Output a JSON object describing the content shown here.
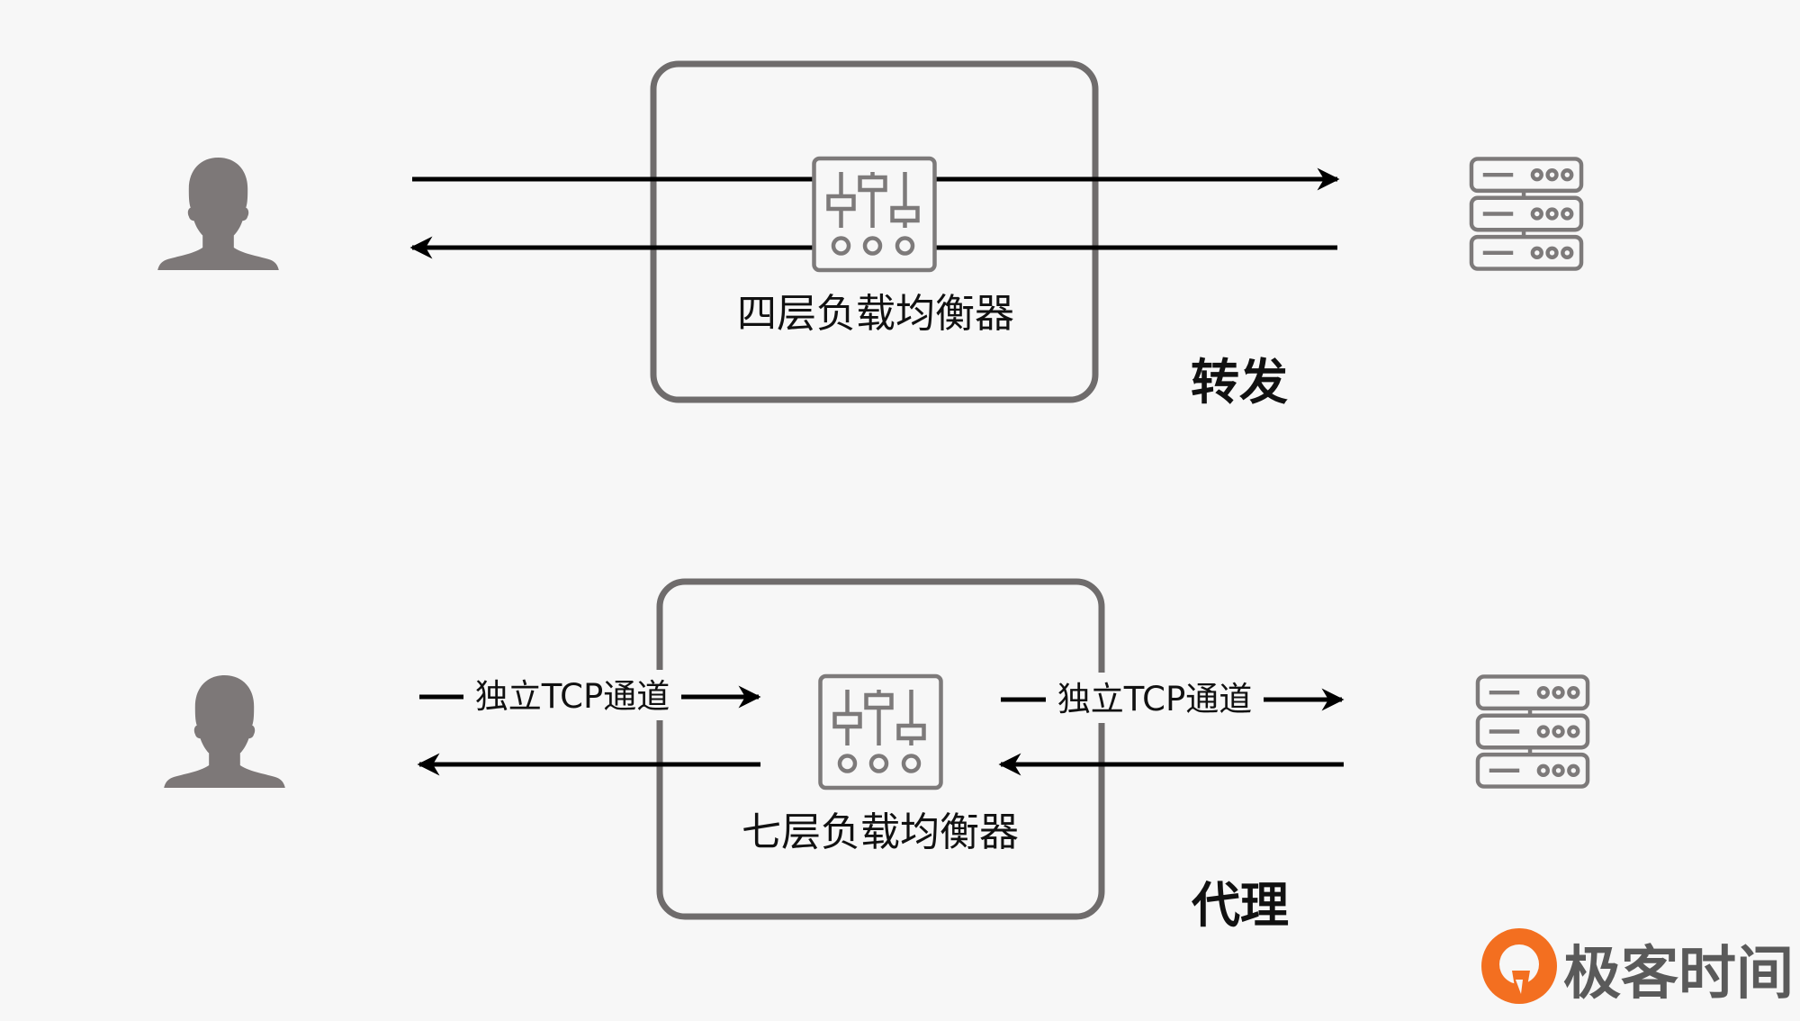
{
  "diagram": {
    "forward": {
      "lb_label": "四层负载均衡器",
      "mode_label": "转发"
    },
    "proxy": {
      "lb_label": "七层负载均衡器",
      "mode_label": "代理",
      "left_channel_label": "独立TCP通道",
      "right_channel_label": "独立TCP通道"
    }
  },
  "brand": {
    "name": "极客时间",
    "logo_icon": "geektime-logo-icon",
    "logo_color": "#f36f20",
    "text_color": "#5a5a5a"
  },
  "colors": {
    "background": "#f7f7f7",
    "box_stroke": "#6f6c6c",
    "icon_stroke": "#7d7a7a",
    "person_fill": "#7d7878",
    "arrow": "#000000"
  }
}
